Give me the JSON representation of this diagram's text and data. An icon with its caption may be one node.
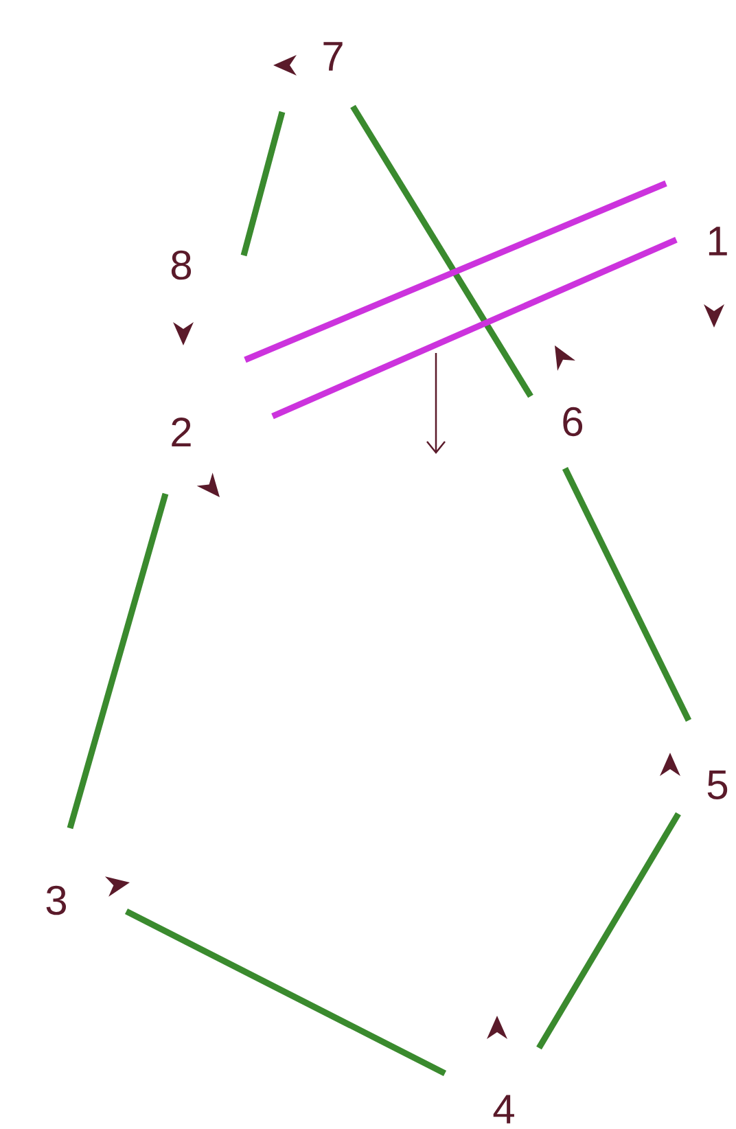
{
  "diagram": {
    "nodes": [
      {
        "text": [
          "7"
        ]
      },
      {
        "text": [
          "1"
        ]
      },
      {
        "text": [
          "8"
        ]
      },
      {
        "text": [
          "2"
        ]
      },
      {
        "text": [
          "6"
        ]
      },
      {
        "text": [
          "5"
        ]
      },
      {
        "text": [
          "3"
        ]
      },
      {
        "text": [
          "4"
        ]
      }
    ],
    "edges": [
      {
        "from": 0,
        "to": 2,
        "arrow": "none"
      },
      {
        "from": 0,
        "to": 4,
        "arrow": "none"
      },
      {
        "from": 3,
        "to": 6,
        "arrow": "none"
      },
      {
        "from": 6,
        "to": 7,
        "arrow": "none"
      },
      {
        "from": 7,
        "to": 5,
        "arrow": "none"
      },
      {
        "from": 5,
        "to": 4,
        "arrow": "none"
      },
      {
        "from": 3,
        "to": 1,
        "arrow": "none",
        "color": "#cc33dd"
      },
      {
        "from": 3,
        "to": 1,
        "arrow": "none",
        "color": "#cc33dd"
      }
    ]
  }
}
